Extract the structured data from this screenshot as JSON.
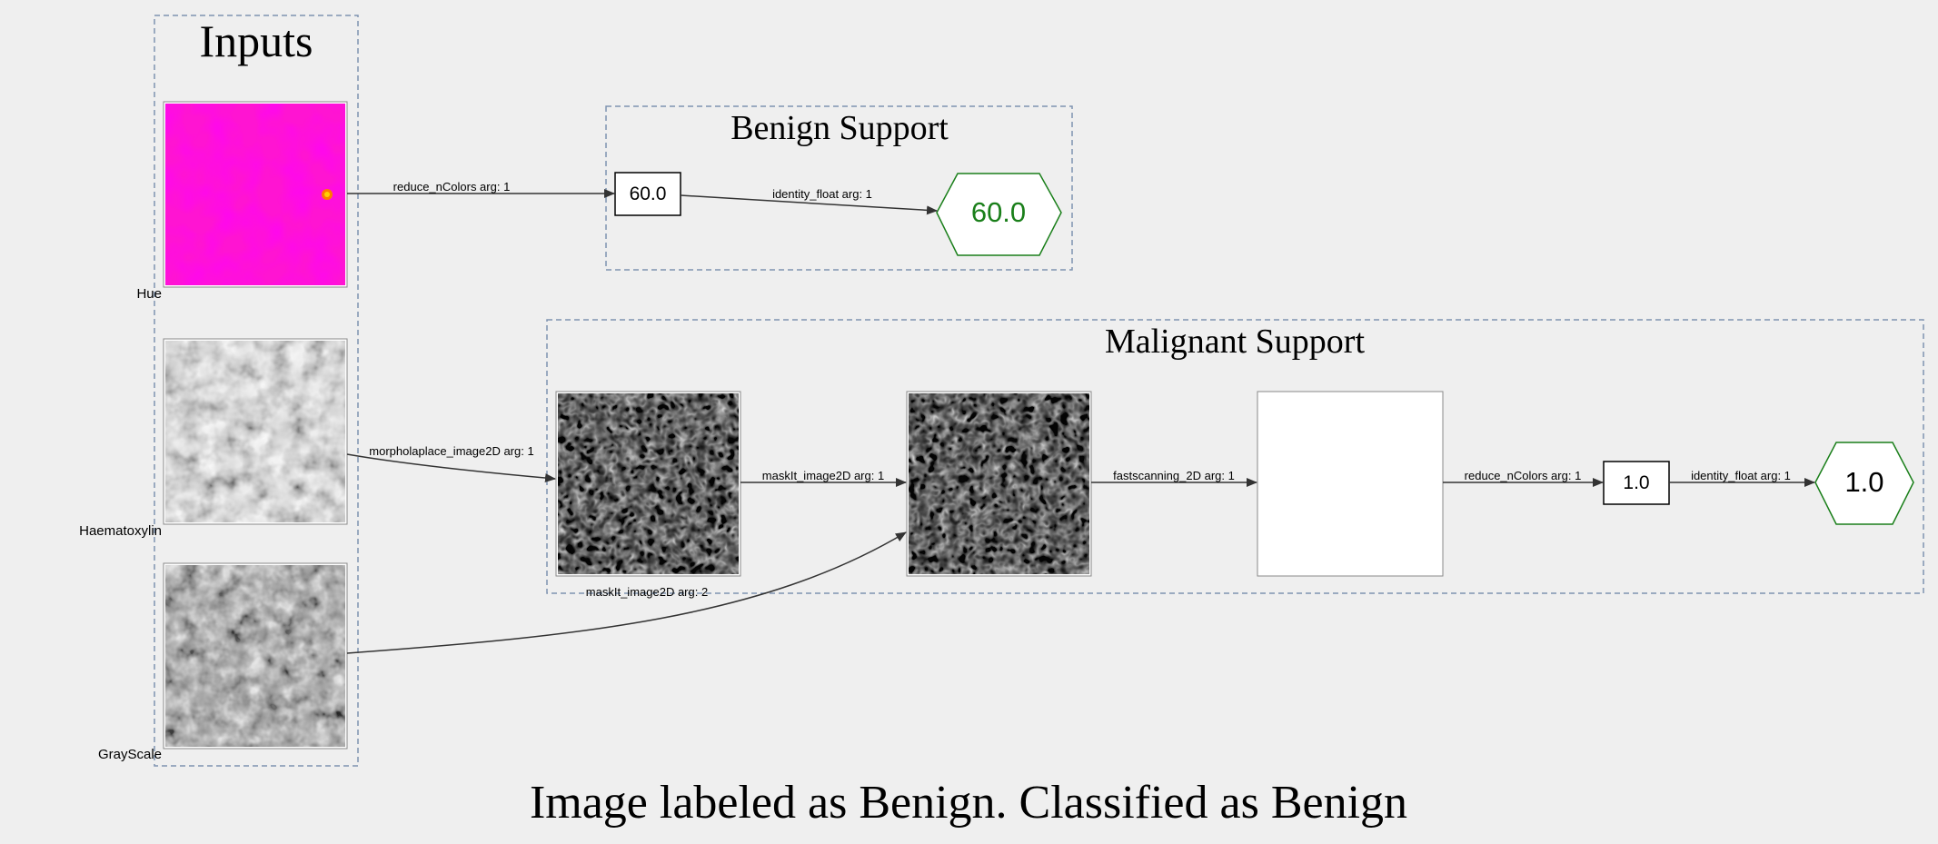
{
  "clusters": {
    "inputs": {
      "title": "Inputs"
    },
    "benign": {
      "title": "Benign Support"
    },
    "malignant": {
      "title": "Malignant Support"
    }
  },
  "inputs": [
    {
      "id": "hue",
      "label": "Hue"
    },
    {
      "id": "haematoxylin",
      "label": "Haematoxylin"
    },
    {
      "id": "grayscale",
      "label": "GrayScale"
    }
  ],
  "nodes": {
    "benign_value": "60.0",
    "benign_result": "60.0",
    "malignant_value": "1.0",
    "malignant_result": "1.0"
  },
  "edges": {
    "hue_to_benign": "reduce_nColors arg: 1",
    "benign_identity": "identity_float arg: 1",
    "haem_to_morph": "morpholaplace_image2D arg: 1",
    "morph_to_mask": "maskIt_image2D arg: 1",
    "gray_to_mask": "maskIt_image2D arg: 2",
    "mask_to_fast": "fastscanning_2D arg: 1",
    "fast_to_reduce": "reduce_nColors arg: 1",
    "malignant_identity": "identity_float arg: 1"
  },
  "caption": "Image labeled as Benign. Classified as Benign",
  "colors": {
    "background": "#efefef",
    "cluster_border": "#7f93b0",
    "edge": "#333333",
    "result_green": "#1a7f1a"
  }
}
